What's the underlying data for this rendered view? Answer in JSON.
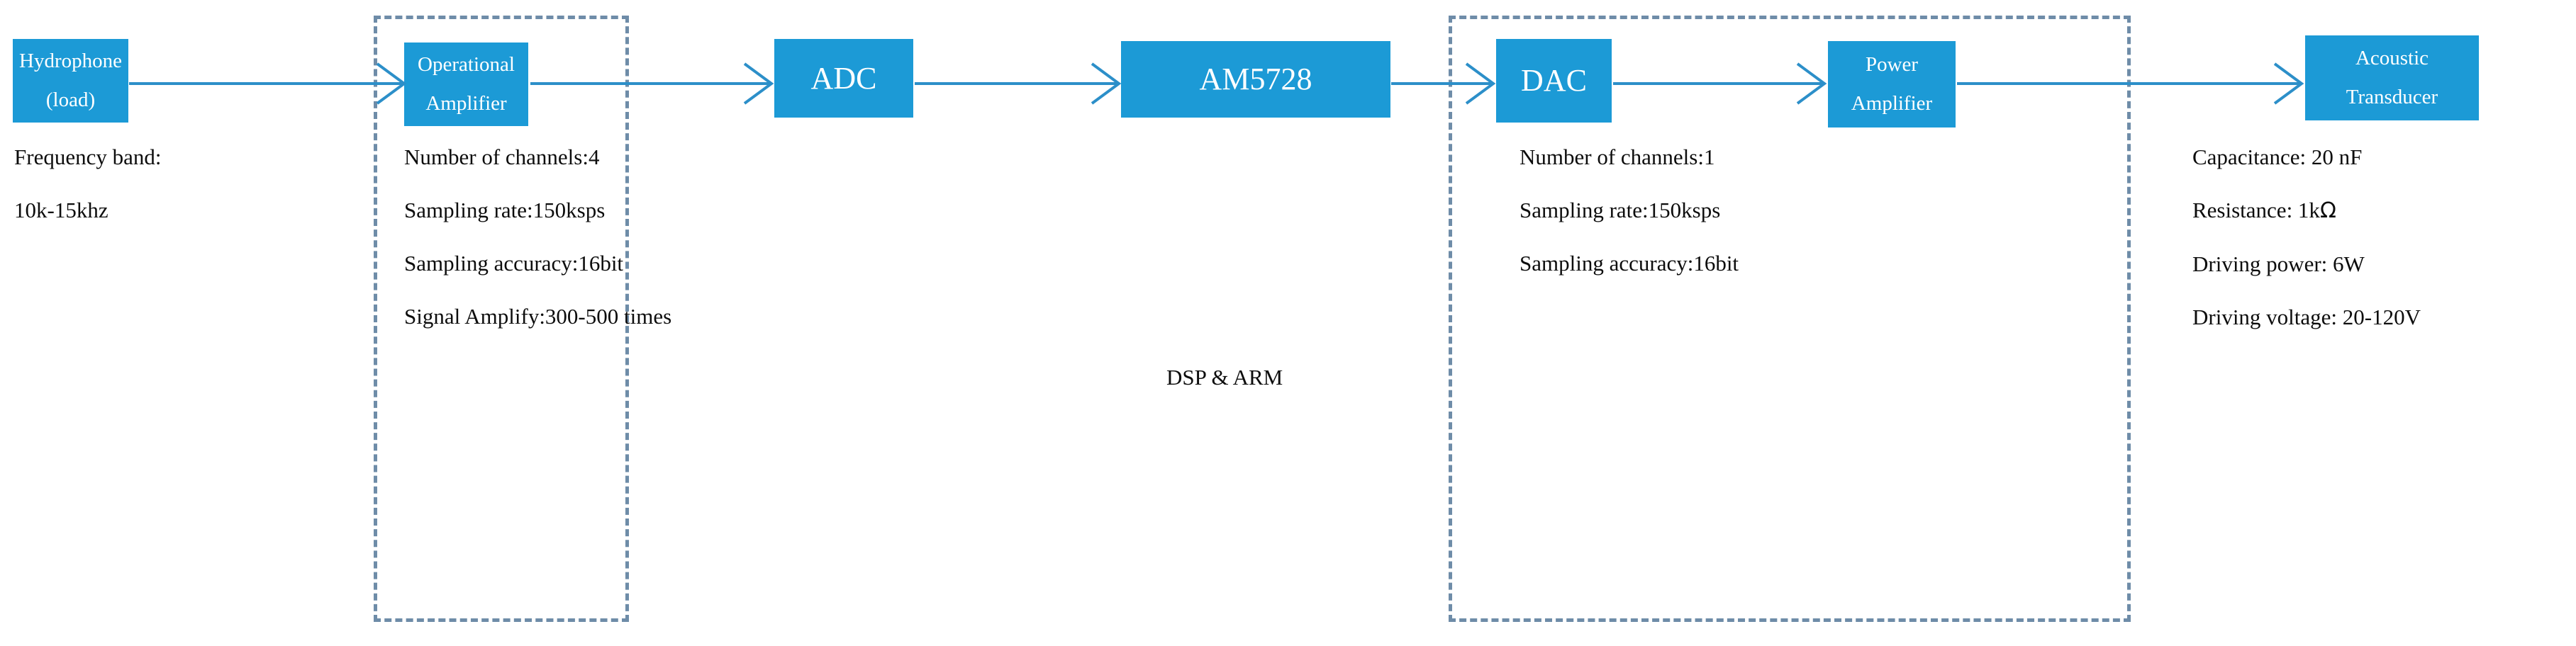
{
  "diagram": {
    "title": "Hydrophone acquisition and acoustic transmission signal chain",
    "colors": {
      "block_fill": "#1C9AD6",
      "block_text": "#FFFFFF",
      "arrow": "#2C8FC9",
      "dashed_group": "#6E8CA8",
      "body_text": "#0D0D0D",
      "background": "#FFFFFF"
    },
    "blocks": [
      {
        "id": "hydrophone",
        "lines": [
          "Hydrophone",
          "(load)"
        ]
      },
      {
        "id": "operational-amplifier",
        "lines": [
          "Operational",
          "Amplifier"
        ]
      },
      {
        "id": "adc",
        "lines": [
          "ADC"
        ]
      },
      {
        "id": "am5728",
        "lines": [
          "AM5728"
        ]
      },
      {
        "id": "dac",
        "lines": [
          "DAC"
        ]
      },
      {
        "id": "power-amplifier",
        "lines": [
          "Power",
          "Amplifier"
        ]
      },
      {
        "id": "acoustic-transducer",
        "lines": [
          "Acoustic",
          "Transducer"
        ]
      }
    ],
    "specs": {
      "hydrophone": [
        "Frequency band:",
        "10k-15khz"
      ],
      "receive_chain": [
        "Number of channels:4",
        "Sampling rate:150ksps",
        "Sampling accuracy:16bit",
        "Signal Amplify:300-500 times"
      ],
      "am5728": [
        "DSP & ARM"
      ],
      "transmit_chain": [
        "Number of channels:1",
        "Sampling rate:150ksps",
        "Sampling accuracy:16bit"
      ],
      "acoustic_transducer": [
        {
          "label": "Capacitance: 20 nF"
        },
        {
          "label_pre": "Resistance: 1k",
          "symbol": "Ω",
          "label_post": ""
        },
        {
          "label": "Driving power: 6W"
        },
        {
          "label": "Driving voltage: 20-120V"
        }
      ]
    },
    "groups": [
      {
        "id": "receive-group"
      },
      {
        "id": "transmit-group"
      }
    ],
    "arrows": [
      {
        "id": "hydrophone-to-opamp"
      },
      {
        "id": "opamp-to-adc"
      },
      {
        "id": "adc-to-am5728"
      },
      {
        "id": "am5728-to-dac"
      },
      {
        "id": "dac-to-power-amplifier"
      },
      {
        "id": "power-amplifier-to-transducer"
      }
    ]
  }
}
